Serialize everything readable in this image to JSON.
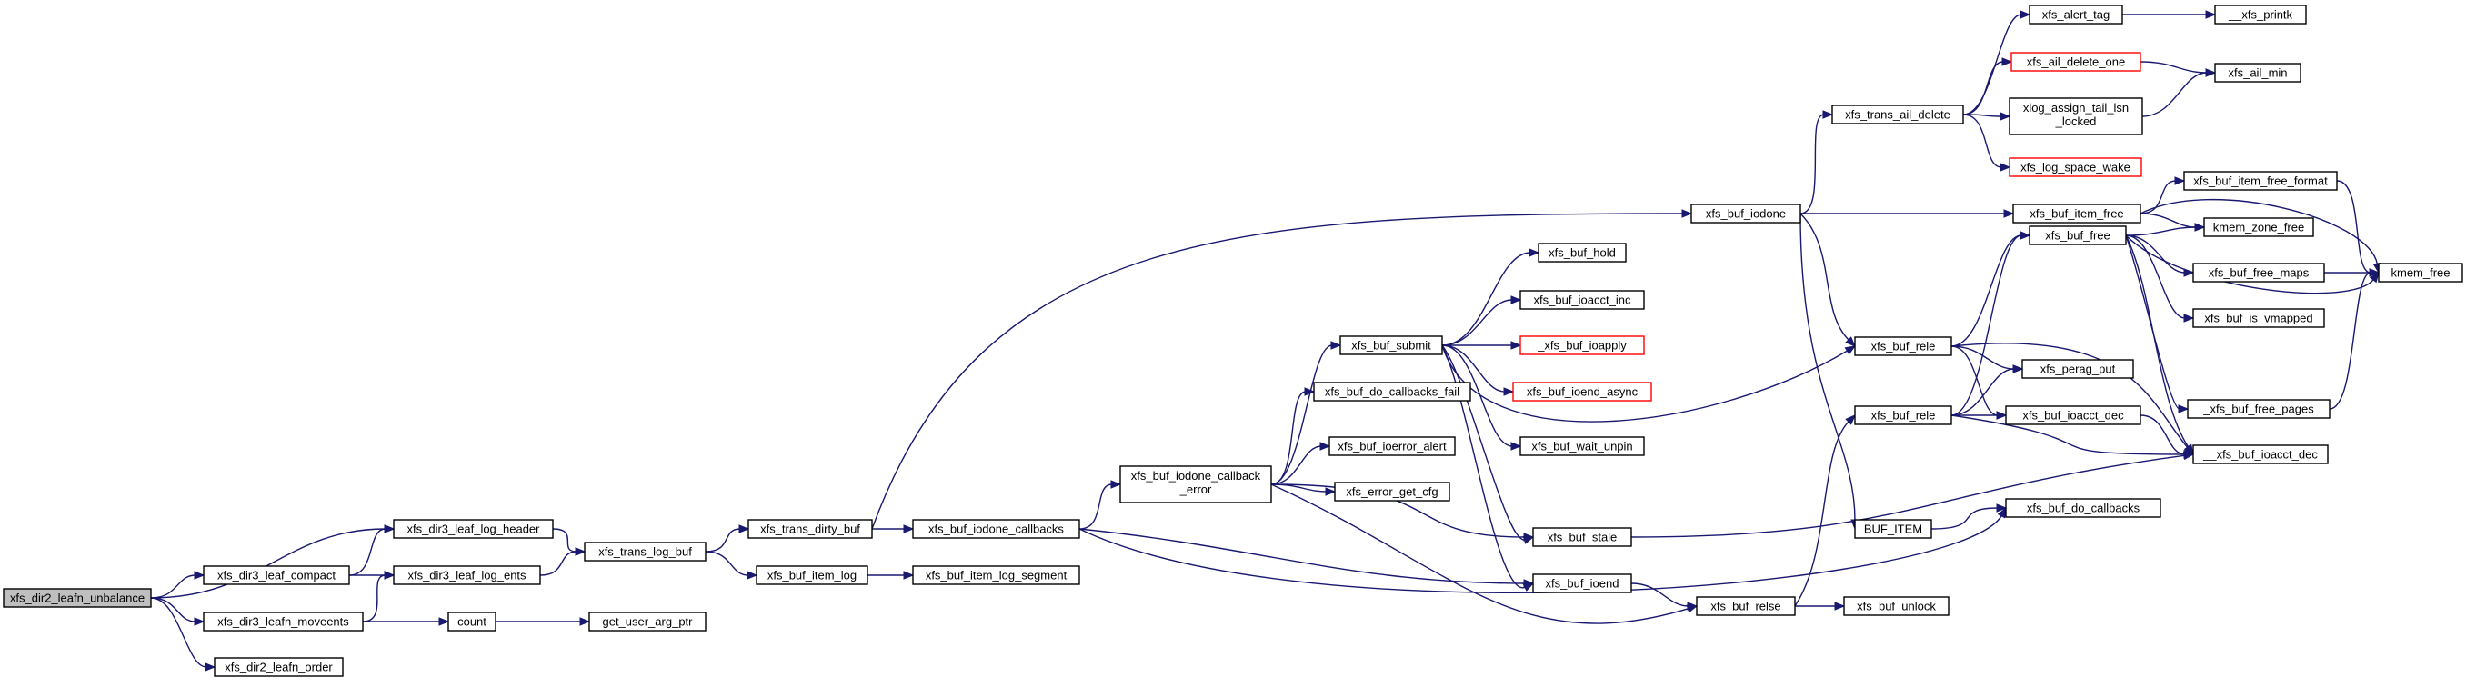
{
  "nodes": [
    {
      "id": "leafn_unbalance",
      "label": "xfs_dir2_leafn_unbalance",
      "style": "root"
    },
    {
      "id": "leaf_log_header",
      "label": "xfs_dir3_leaf_log_header"
    },
    {
      "id": "leaf_compact",
      "label": "xfs_dir3_leaf_compact"
    },
    {
      "id": "leaf_log_ents",
      "label": "xfs_dir3_leaf_log_ents"
    },
    {
      "id": "leafn_moveents",
      "label": "xfs_dir3_leafn_moveents"
    },
    {
      "id": "leafn_order",
      "label": "xfs_dir2_leafn_order"
    },
    {
      "id": "count",
      "label": "count"
    },
    {
      "id": "get_user_arg_ptr",
      "label": "get_user_arg_ptr"
    },
    {
      "id": "trans_log_buf",
      "label": "xfs_trans_log_buf"
    },
    {
      "id": "trans_dirty_buf",
      "label": "xfs_trans_dirty_buf"
    },
    {
      "id": "buf_item_log",
      "label": "xfs_buf_item_log"
    },
    {
      "id": "buf_item_log_segment",
      "label": "xfs_buf_item_log_segment"
    },
    {
      "id": "buf_iodone_callbacks",
      "label": "xfs_buf_iodone_callbacks"
    },
    {
      "id": "buf_iodone_callback_error",
      "label": "xfs_buf_iodone_callback\n_error"
    },
    {
      "id": "buf_submit",
      "label": "xfs_buf_submit"
    },
    {
      "id": "buf_do_callbacks_fail",
      "label": "xfs_buf_do_callbacks_fail"
    },
    {
      "id": "buf_ioerror_alert",
      "label": "xfs_buf_ioerror_alert"
    },
    {
      "id": "error_get_cfg",
      "label": "xfs_error_get_cfg"
    },
    {
      "id": "buf_hold",
      "label": "xfs_buf_hold"
    },
    {
      "id": "buf_ioacct_inc",
      "label": "xfs_buf_ioacct_inc"
    },
    {
      "id": "_buf_ioapply",
      "label": "_xfs_buf_ioapply",
      "style": "trunc"
    },
    {
      "id": "buf_ioend_async",
      "label": "xfs_buf_ioend_async",
      "style": "trunc"
    },
    {
      "id": "buf_wait_unpin",
      "label": "xfs_buf_wait_unpin"
    },
    {
      "id": "buf_stale",
      "label": "xfs_buf_stale"
    },
    {
      "id": "buf_ioend",
      "label": "xfs_buf_ioend"
    },
    {
      "id": "buf_relse",
      "label": "xfs_buf_relse"
    },
    {
      "id": "buf_unlock",
      "label": "xfs_buf_unlock"
    },
    {
      "id": "buf_iodone",
      "label": "xfs_buf_iodone"
    },
    {
      "id": "BUF_ITEM",
      "label": "BUF_ITEM"
    },
    {
      "id": "trans_ail_delete",
      "label": "xfs_trans_ail_delete"
    },
    {
      "id": "alert_tag",
      "label": "xfs_alert_tag"
    },
    {
      "id": "_xfs_printk",
      "label": "__xfs_printk"
    },
    {
      "id": "ail_delete_one",
      "label": "xfs_ail_delete_one",
      "style": "trunc"
    },
    {
      "id": "xlog_assign_tail_lsn",
      "label": "xlog_assign_tail_lsn\n_locked"
    },
    {
      "id": "ail_min",
      "label": "xfs_ail_min"
    },
    {
      "id": "log_space_wake",
      "label": "xfs_log_space_wake",
      "style": "trunc"
    },
    {
      "id": "buf_item_free",
      "label": "xfs_buf_item_free"
    },
    {
      "id": "buf_item_free_format",
      "label": "xfs_buf_item_free_format"
    },
    {
      "id": "kmem_zone_free",
      "label": "kmem_zone_free"
    },
    {
      "id": "kmem_free",
      "label": "kmem_free"
    },
    {
      "id": "buf_free",
      "label": "xfs_buf_free"
    },
    {
      "id": "buf_free_maps",
      "label": "xfs_buf_free_maps"
    },
    {
      "id": "buf_is_vmapped",
      "label": "xfs_buf_is_vmapped"
    },
    {
      "id": "buf_rele_a",
      "label": "xfs_buf_rele"
    },
    {
      "id": "perag_put",
      "label": "xfs_perag_put"
    },
    {
      "id": "buf_rele_b",
      "label": "xfs_buf_rele"
    },
    {
      "id": "buf_ioacct_dec",
      "label": "xfs_buf_ioacct_dec"
    },
    {
      "id": "_buf_free_pages",
      "label": "_xfs_buf_free_pages"
    },
    {
      "id": "__buf_ioacct_dec",
      "label": "__xfs_buf_ioacct_dec"
    },
    {
      "id": "buf_do_callbacks",
      "label": "xfs_buf_do_callbacks"
    }
  ],
  "edges": [
    [
      "leafn_unbalance",
      "leaf_log_header"
    ],
    [
      "leafn_unbalance",
      "leaf_compact"
    ],
    [
      "leafn_unbalance",
      "leafn_moveents"
    ],
    [
      "leafn_unbalance",
      "leafn_order"
    ],
    [
      "leaf_compact",
      "leaf_log_header"
    ],
    [
      "leaf_compact",
      "leaf_log_ents"
    ],
    [
      "leafn_moveents",
      "leaf_log_ents"
    ],
    [
      "leafn_moveents",
      "count"
    ],
    [
      "count",
      "get_user_arg_ptr"
    ],
    [
      "leaf_log_header",
      "trans_log_buf"
    ],
    [
      "leaf_log_ents",
      "trans_log_buf"
    ],
    [
      "trans_log_buf",
      "trans_dirty_buf"
    ],
    [
      "trans_log_buf",
      "buf_item_log"
    ],
    [
      "buf_item_log",
      "buf_item_log_segment"
    ],
    [
      "trans_dirty_buf",
      "buf_iodone"
    ],
    [
      "trans_dirty_buf",
      "buf_iodone_callbacks"
    ],
    [
      "buf_iodone_callbacks",
      "buf_iodone_callback_error"
    ],
    [
      "buf_iodone_callbacks",
      "buf_ioend"
    ],
    [
      "buf_iodone_callbacks",
      "buf_do_callbacks"
    ],
    [
      "buf_iodone_callback_error",
      "buf_submit"
    ],
    [
      "buf_iodone_callback_error",
      "buf_do_callbacks_fail"
    ],
    [
      "buf_iodone_callback_error",
      "buf_ioerror_alert"
    ],
    [
      "buf_iodone_callback_error",
      "error_get_cfg"
    ],
    [
      "buf_iodone_callback_error",
      "buf_stale"
    ],
    [
      "buf_iodone_callback_error",
      "buf_relse"
    ],
    [
      "buf_submit",
      "buf_hold"
    ],
    [
      "buf_submit",
      "buf_ioacct_inc"
    ],
    [
      "buf_submit",
      "_buf_ioapply"
    ],
    [
      "buf_submit",
      "buf_ioend_async"
    ],
    [
      "buf_submit",
      "buf_wait_unpin"
    ],
    [
      "buf_submit",
      "buf_stale"
    ],
    [
      "buf_submit",
      "buf_ioend"
    ],
    [
      "buf_submit",
      "buf_rele_a"
    ],
    [
      "buf_ioend",
      "buf_relse"
    ],
    [
      "buf_relse",
      "buf_unlock"
    ],
    [
      "buf_relse",
      "buf_rele_b"
    ],
    [
      "buf_stale",
      "__buf_ioacct_dec"
    ],
    [
      "buf_iodone",
      "trans_ail_delete"
    ],
    [
      "buf_iodone",
      "buf_item_free"
    ],
    [
      "buf_iodone",
      "buf_rele_a"
    ],
    [
      "buf_iodone",
      "BUF_ITEM"
    ],
    [
      "BUF_ITEM",
      "buf_do_callbacks"
    ],
    [
      "trans_ail_delete",
      "alert_tag"
    ],
    [
      "trans_ail_delete",
      "ail_delete_one"
    ],
    [
      "trans_ail_delete",
      "xlog_assign_tail_lsn"
    ],
    [
      "trans_ail_delete",
      "log_space_wake"
    ],
    [
      "alert_tag",
      "_xfs_printk"
    ],
    [
      "ail_delete_one",
      "ail_min"
    ],
    [
      "xlog_assign_tail_lsn",
      "ail_min"
    ],
    [
      "buf_item_free",
      "buf_item_free_format"
    ],
    [
      "buf_item_free",
      "kmem_zone_free"
    ],
    [
      "buf_item_free",
      "kmem_free"
    ],
    [
      "buf_item_free_format",
      "kmem_free"
    ],
    [
      "buf_rele_a",
      "buf_free"
    ],
    [
      "buf_rele_a",
      "perag_put"
    ],
    [
      "buf_rele_a",
      "buf_ioacct_dec"
    ],
    [
      "buf_rele_a",
      "__buf_ioacct_dec"
    ],
    [
      "buf_rele_b",
      "buf_free"
    ],
    [
      "buf_rele_b",
      "perag_put"
    ],
    [
      "buf_rele_b",
      "buf_ioacct_dec"
    ],
    [
      "buf_rele_b",
      "__buf_ioacct_dec"
    ],
    [
      "buf_free",
      "kmem_zone_free"
    ],
    [
      "buf_free",
      "buf_free_maps"
    ],
    [
      "buf_free",
      "buf_is_vmapped"
    ],
    [
      "buf_free",
      "_buf_free_pages"
    ],
    [
      "buf_free",
      "__buf_ioacct_dec"
    ],
    [
      "buf_free",
      "kmem_free"
    ],
    [
      "buf_free_maps",
      "kmem_free"
    ],
    [
      "_buf_free_pages",
      "kmem_free"
    ],
    [
      "buf_ioacct_dec",
      "__buf_ioacct_dec"
    ]
  ],
  "colors": {
    "edge": "#191970",
    "node_border": "#000000",
    "truncated_border": "#ff0000",
    "root_fill": "#bfbfbf",
    "background": "#ffffff"
  }
}
